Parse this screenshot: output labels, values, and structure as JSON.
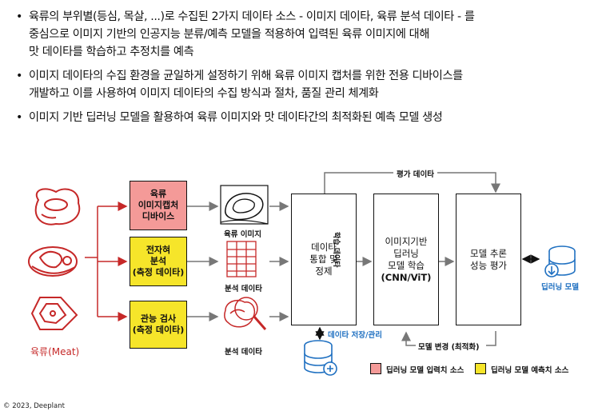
{
  "bullets": [
    [
      "육류의 부위별(등심, 목살, ...)로 수집된 2가지 데이타 소스 - 이미지 데이타, 육류 분석 데이타 - 를",
      "중심으로 이미지 기반의 인공지능 분류/예측 모델을 적용하여 입력된 육류 이미지에 대해",
      "맛 데이타를 학습하고 추정치를 예측"
    ],
    [
      "이미지 데이타의 수집 환경을 균일하게 설정하기 위해 육류 이미지 캡처를 위한 전용 디바이스를",
      "개발하고 이를 사용하여 이미지 데이타의 수집 방식과 절차, 품질 관리 체계화"
    ],
    [
      "이미지 기반 딥러닝 모델을 활용하여 육류 이미지와 맛 데이타간의 최적화된 예측 모델 생성"
    ]
  ],
  "diagram": {
    "meat_label": "육류(Meat)",
    "source_boxes": [
      {
        "lines": [
          "육류",
          "이미지캡처",
          "디바이스"
        ],
        "color": "#f49a98"
      },
      {
        "lines": [
          "전자혀",
          "분석",
          "(측정 데이타)"
        ],
        "color": "#f6e52a"
      },
      {
        "lines": [
          "관능 검사",
          "(측정 데이타)"
        ],
        "color": "#f6e52a"
      }
    ],
    "output_labels": [
      "육류 이미지",
      "분석 데이타",
      "분석 데이타"
    ],
    "integrate_box": [
      "데이타",
      "통합 및",
      "정제"
    ],
    "learning_box": [
      "이미지기반",
      "딥러닝",
      "모델 학습",
      "(CNN/ViT)"
    ],
    "eval_box": [
      "모델 추론",
      "성능 평가"
    ],
    "eval_data_label": "평가 데이타",
    "train_data_label": "학습 데이타",
    "storage_label": "데이타 저장/관리",
    "model_change_label": "모델 변경 (최적화)",
    "model_label": "딥러닝 모델",
    "legend": [
      {
        "label": "딥러닝 모델 입력치 소스",
        "color": "#f49a98"
      },
      {
        "label": "딥러닝 모델 예측치 소스",
        "color": "#f6e52a"
      }
    ]
  },
  "copyright": "© 2023, Deeplant",
  "colors": {
    "accent_blue": "#1f70c1",
    "meat_red": "#c62828",
    "arrow_gray": "#777777"
  }
}
